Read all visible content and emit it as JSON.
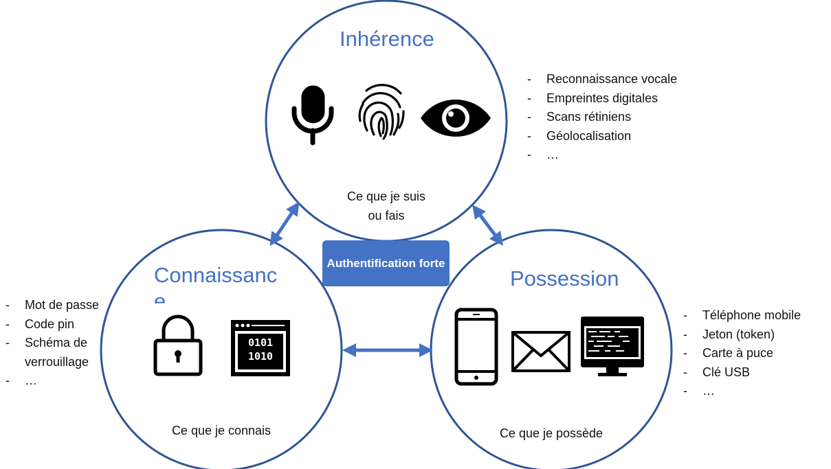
{
  "center_label": "Authentification forte",
  "circles": {
    "inherence": {
      "title": "Inhérence",
      "caption_line1": "Ce que je suis",
      "caption_line2": "ou fais",
      "icons": [
        "microphone-icon",
        "fingerprint-icon",
        "eye-icon"
      ],
      "items": [
        "Reconnaissance vocale",
        "Empreintes digitales",
        "Scans rétiniens",
        "Géolocalisation",
        "…"
      ]
    },
    "connaissance": {
      "title_line1": "Connaissanc",
      "title_line2": "e",
      "caption": "Ce que je connais",
      "icons": [
        "padlock-icon",
        "binary-code-window-icon"
      ],
      "items": [
        "Mot de passe",
        "Code pin",
        "Schéma de verrouillage",
        "…"
      ]
    },
    "possession": {
      "title": "Possession",
      "caption": "Ce que je possède",
      "icons": [
        "mobile-phone-icon",
        "envelope-icon",
        "computer-monitor-icon"
      ],
      "items": [
        "Téléphone mobile",
        "Jeton (token)",
        "Carte à puce",
        "Clé USB",
        "…"
      ]
    }
  },
  "binary_code": [
    "0101",
    "1010"
  ],
  "colors": {
    "accent": "#4472c4",
    "circle_border": "#2f5597",
    "arrow": "#4472c4"
  }
}
